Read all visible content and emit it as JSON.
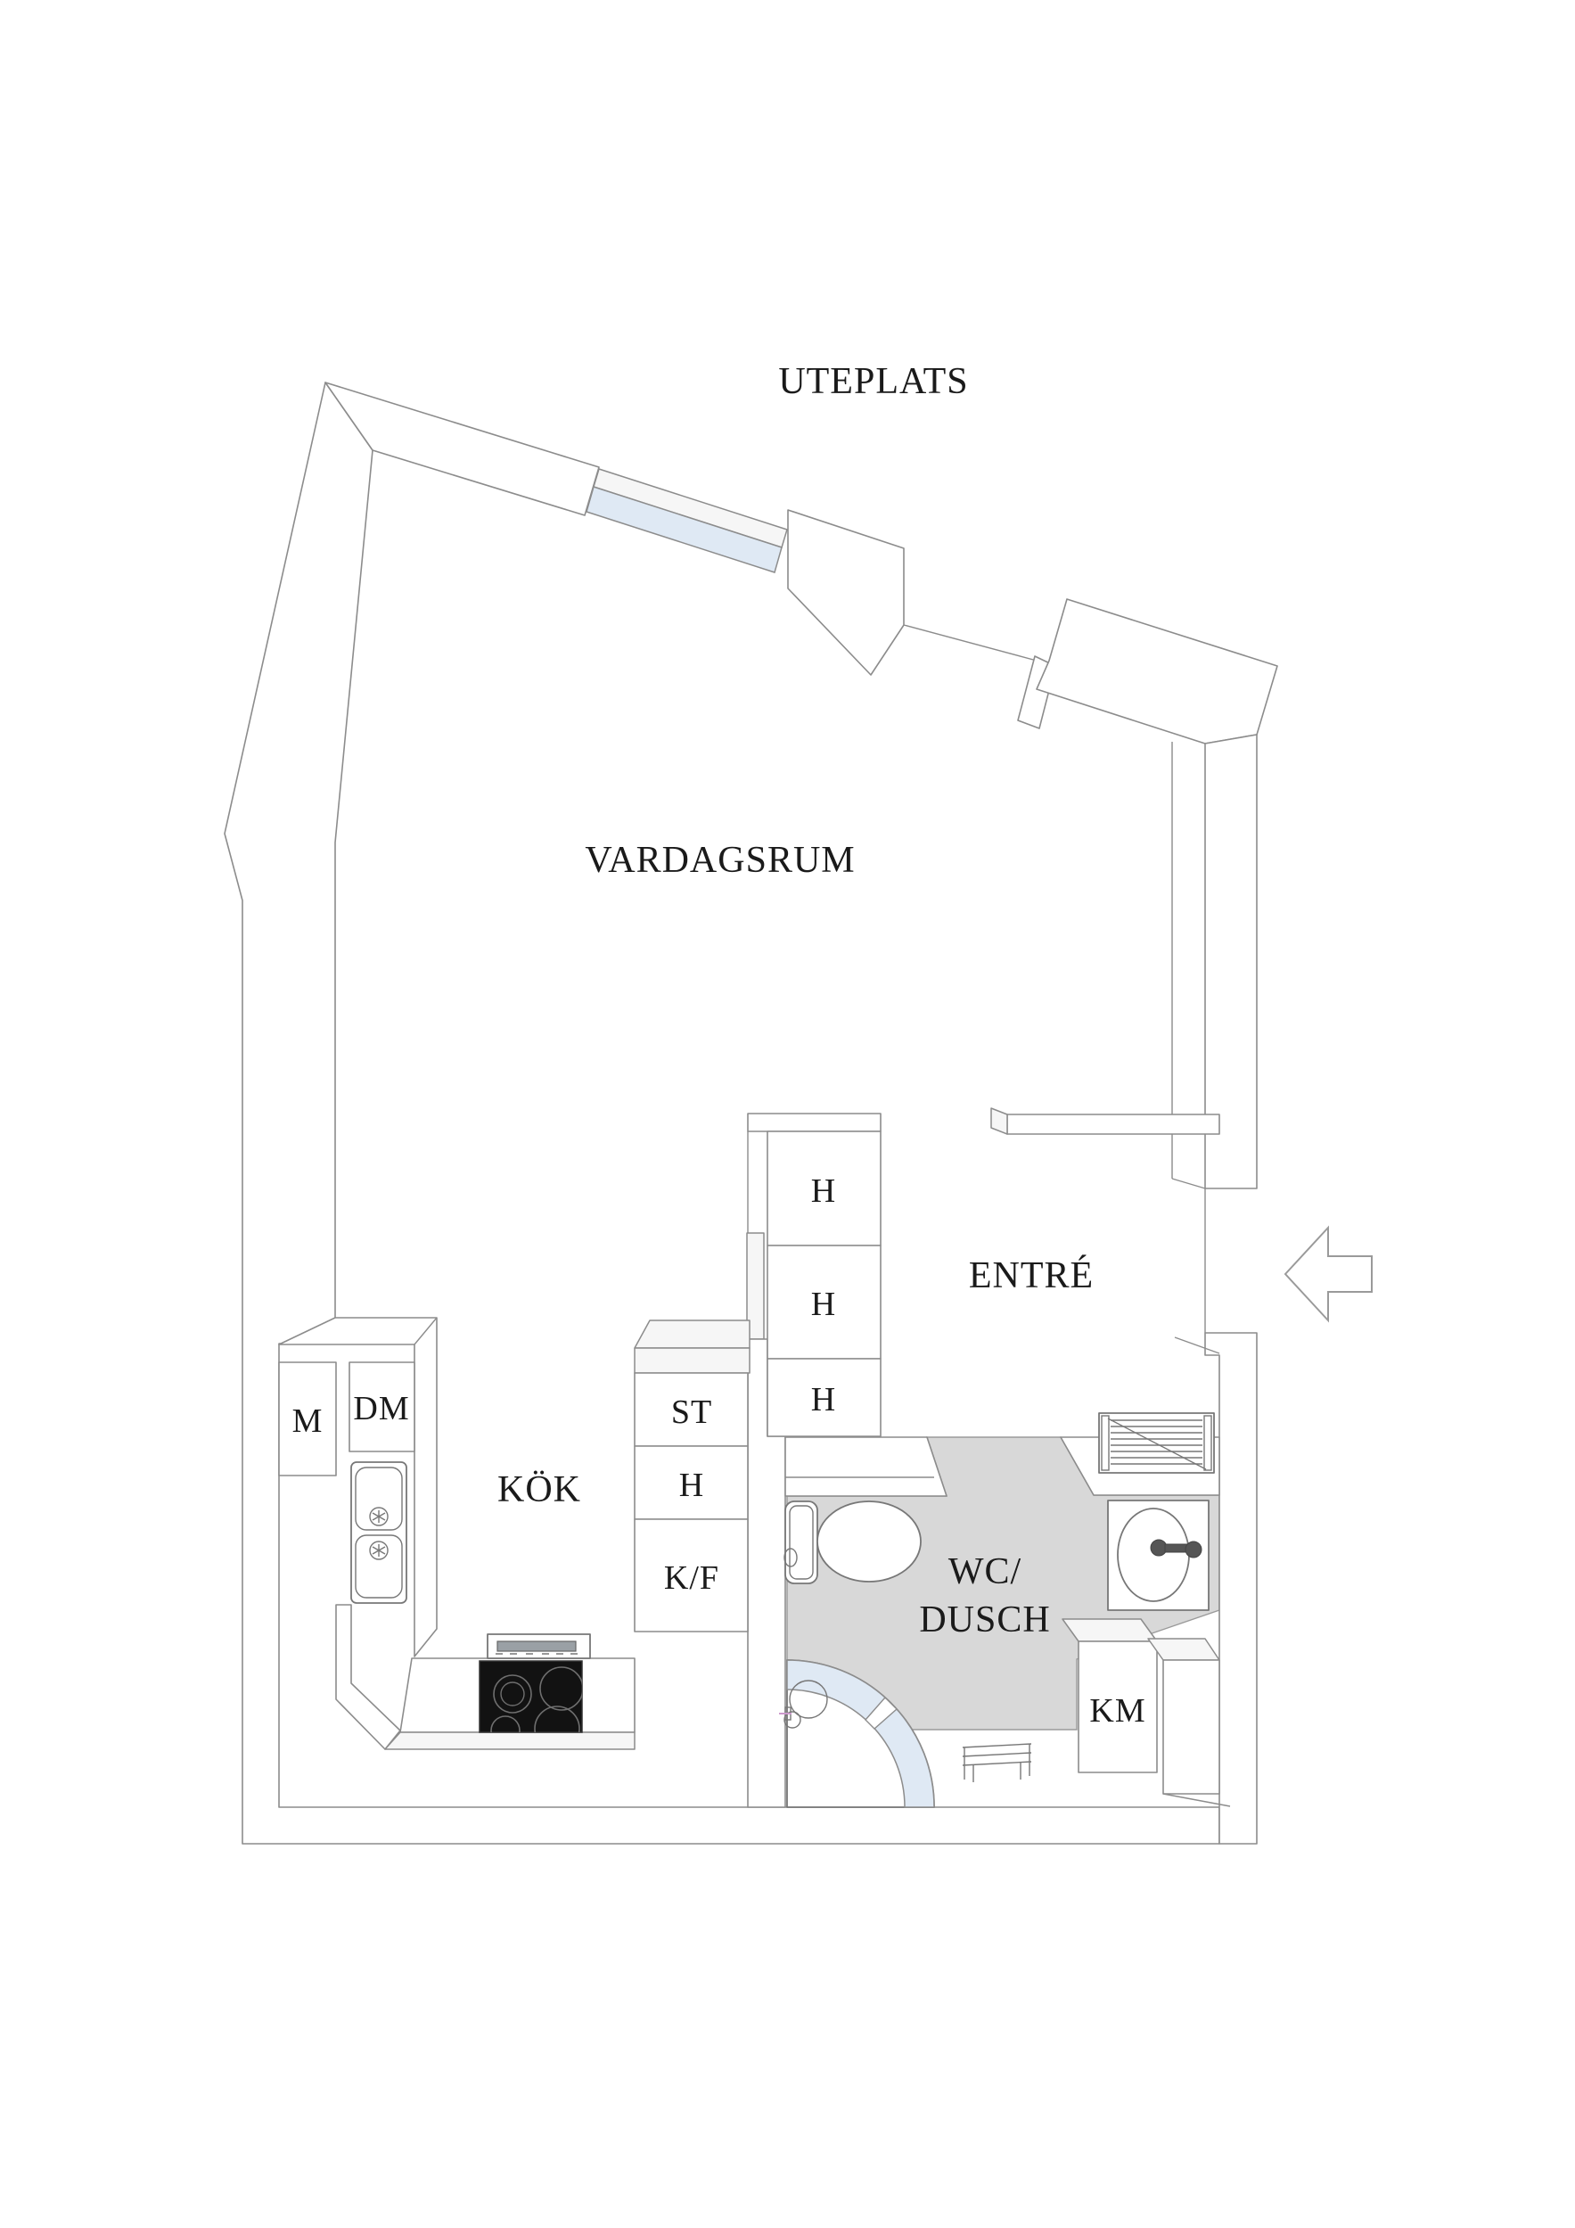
{
  "rooms": {
    "uteplats": "UTEPLATS",
    "vardagsrum": "VARDAGSRUM",
    "entre": "ENTRÉ",
    "kok": "KÖK",
    "wc_dusch_line1": "WC/",
    "wc_dusch_line2": "DUSCH"
  },
  "closets": [
    "H",
    "H",
    "H"
  ],
  "kitchen_units": {
    "m": "M",
    "dm": "DM",
    "st": "ST",
    "h": "H",
    "kf": "K/F"
  },
  "appliances": {
    "km": "KM"
  },
  "entry_arrow": {
    "direction": "left"
  },
  "colors": {
    "wall_stroke": "#8c8c8c",
    "window_glass": "#dfe9f4",
    "bathroom_floor": "#d8d8d8",
    "stove": "#121212",
    "text": "#1a1a1a",
    "background": "#ffffff"
  }
}
